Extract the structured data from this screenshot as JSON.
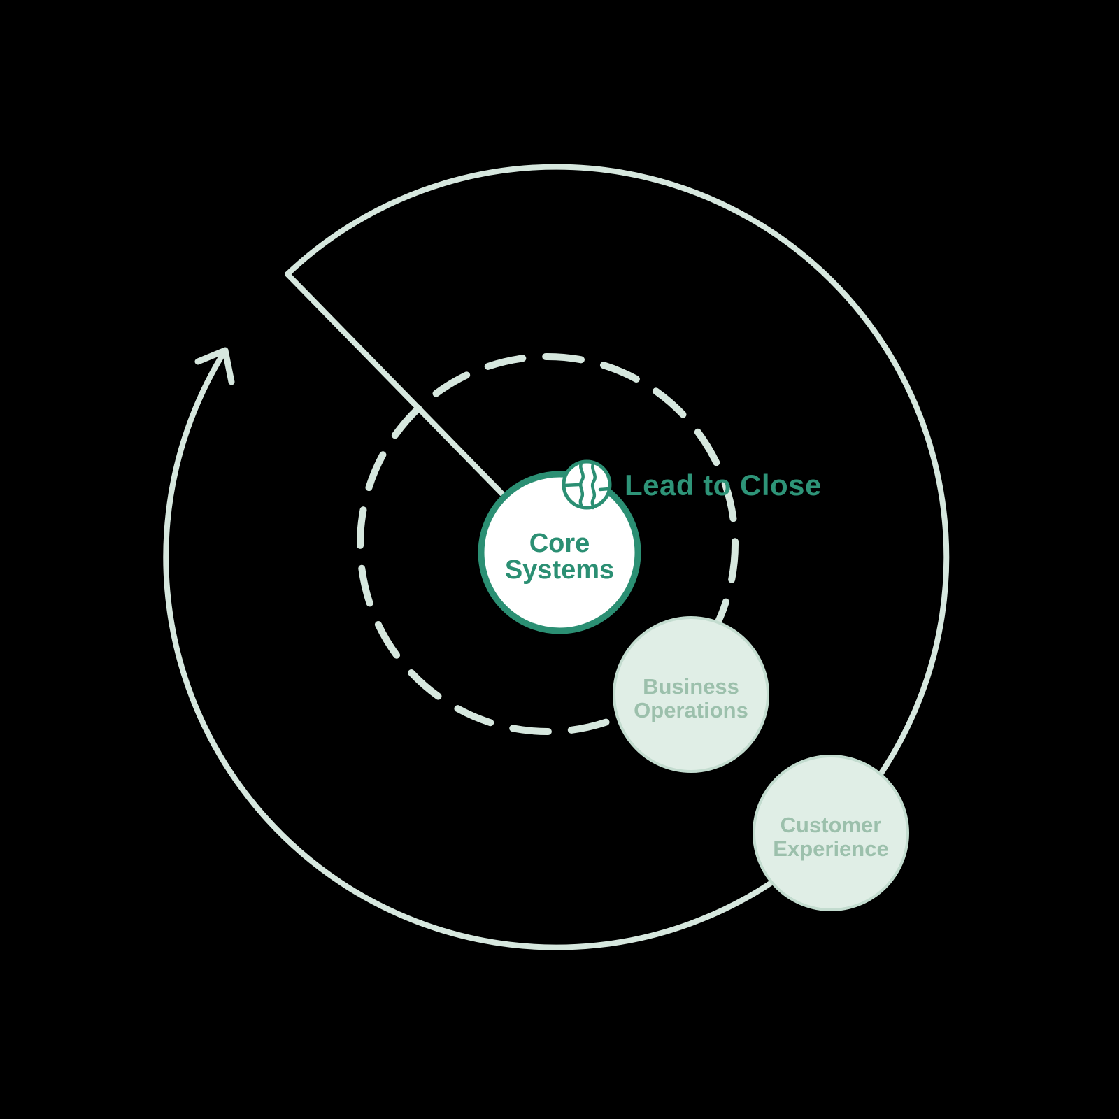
{
  "palette": {
    "background": "#000000",
    "accent_green": "#2B8F73",
    "title_green": "#2E9478",
    "light_mint_stroke": "#D6E7DE",
    "satellite_fill": "#E0EEE6",
    "satellite_border": "#C3DCCF",
    "satellite_text": "#9CC0AC",
    "core_fill": "#FFFFFF"
  },
  "diagram": {
    "title_label": "Lead to Close",
    "icon": "globe-map-icon",
    "core_node": {
      "line1": "Core",
      "line2": "Systems"
    },
    "satellite_nodes": [
      {
        "line1": "Business",
        "line2": "Operations"
      },
      {
        "line1": "Customer",
        "line2": "Experience"
      }
    ]
  }
}
